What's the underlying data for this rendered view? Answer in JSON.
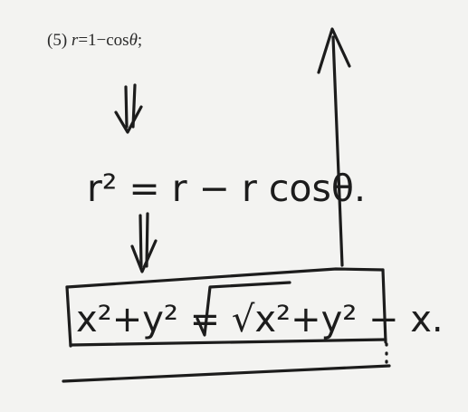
{
  "problem": {
    "label": "(5)",
    "lhs": "r",
    "eq": "=1−cos",
    "theta": "θ",
    "punct": ";"
  },
  "handwriting": {
    "step1": "r² = r − r cosθ.",
    "step2": "x²+y² = √x²+y² − x."
  },
  "colors": {
    "background": "#f3f3f1",
    "ink": "#1c1c1c",
    "print": "#2a2a2a"
  },
  "icons": [
    "down-arrow-icon",
    "up-arrow-icon",
    "answer-box"
  ]
}
